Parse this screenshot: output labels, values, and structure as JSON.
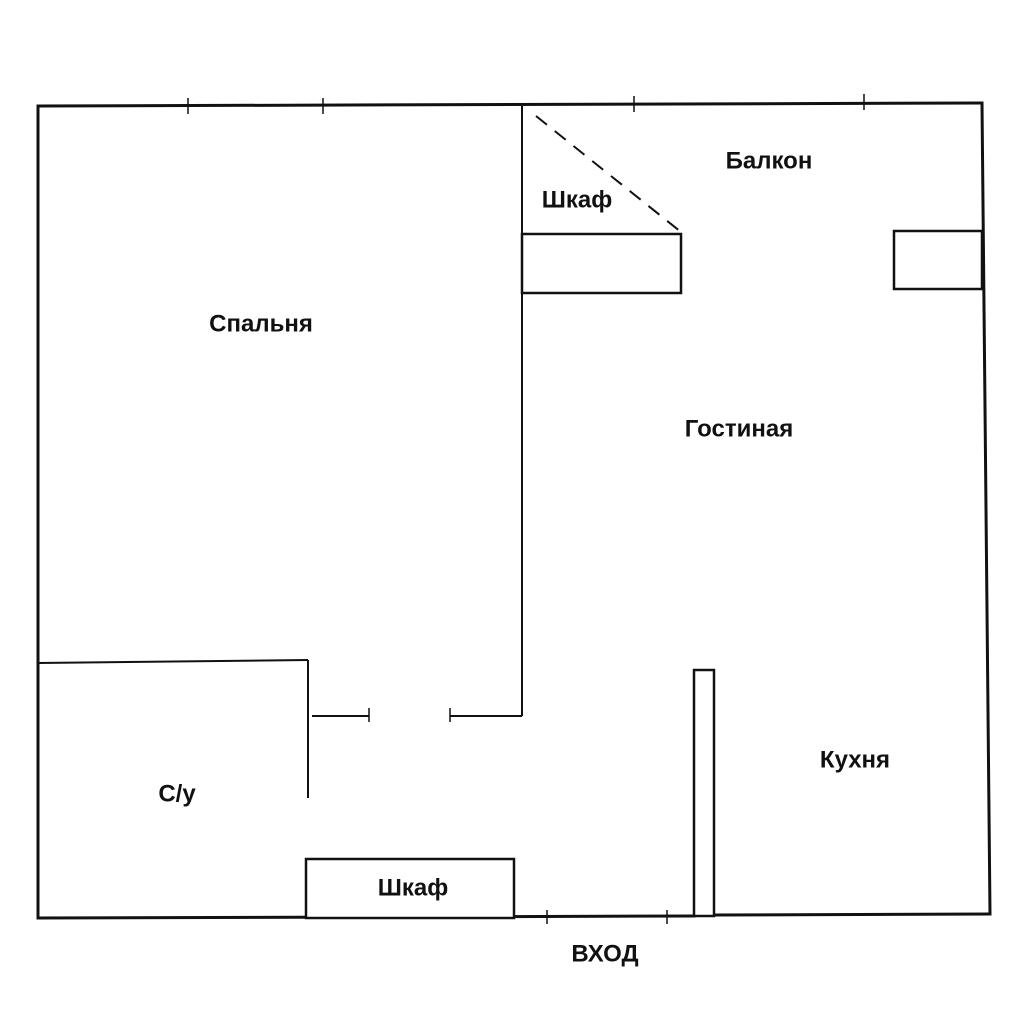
{
  "rooms": {
    "bedroom": "Спальня",
    "living_room": "Гостиная",
    "balcony": "Балкон",
    "closet_top": "Шкаф",
    "bathroom": "С/у",
    "closet_bottom": "Шкаф",
    "kitchen": "Кухня"
  },
  "entrance": "ВХОД"
}
